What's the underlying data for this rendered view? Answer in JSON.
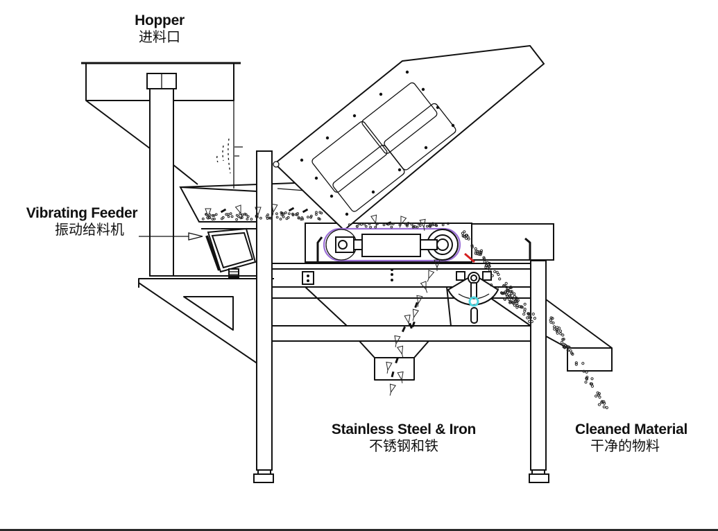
{
  "diagram": {
    "title": "Magnetic Separator Working Principle",
    "labels": {
      "hopper": {
        "en": "Hopper",
        "zh": "进料口"
      },
      "vibrating_feeder": {
        "en": "Vibrating Feeder",
        "zh": "振动给料机"
      },
      "metal_output": {
        "en": "Stainless Steel & Iron",
        "zh": "不锈钢和铁"
      },
      "clean_output": {
        "en": "Cleaned Material",
        "zh": "干净的物料"
      }
    },
    "colors": {
      "line": "#111111",
      "belt": "#9b6fd6",
      "splitter": "#d62020",
      "pivot_highlight": "#4fd6e0",
      "background": "#ffffff"
    }
  }
}
